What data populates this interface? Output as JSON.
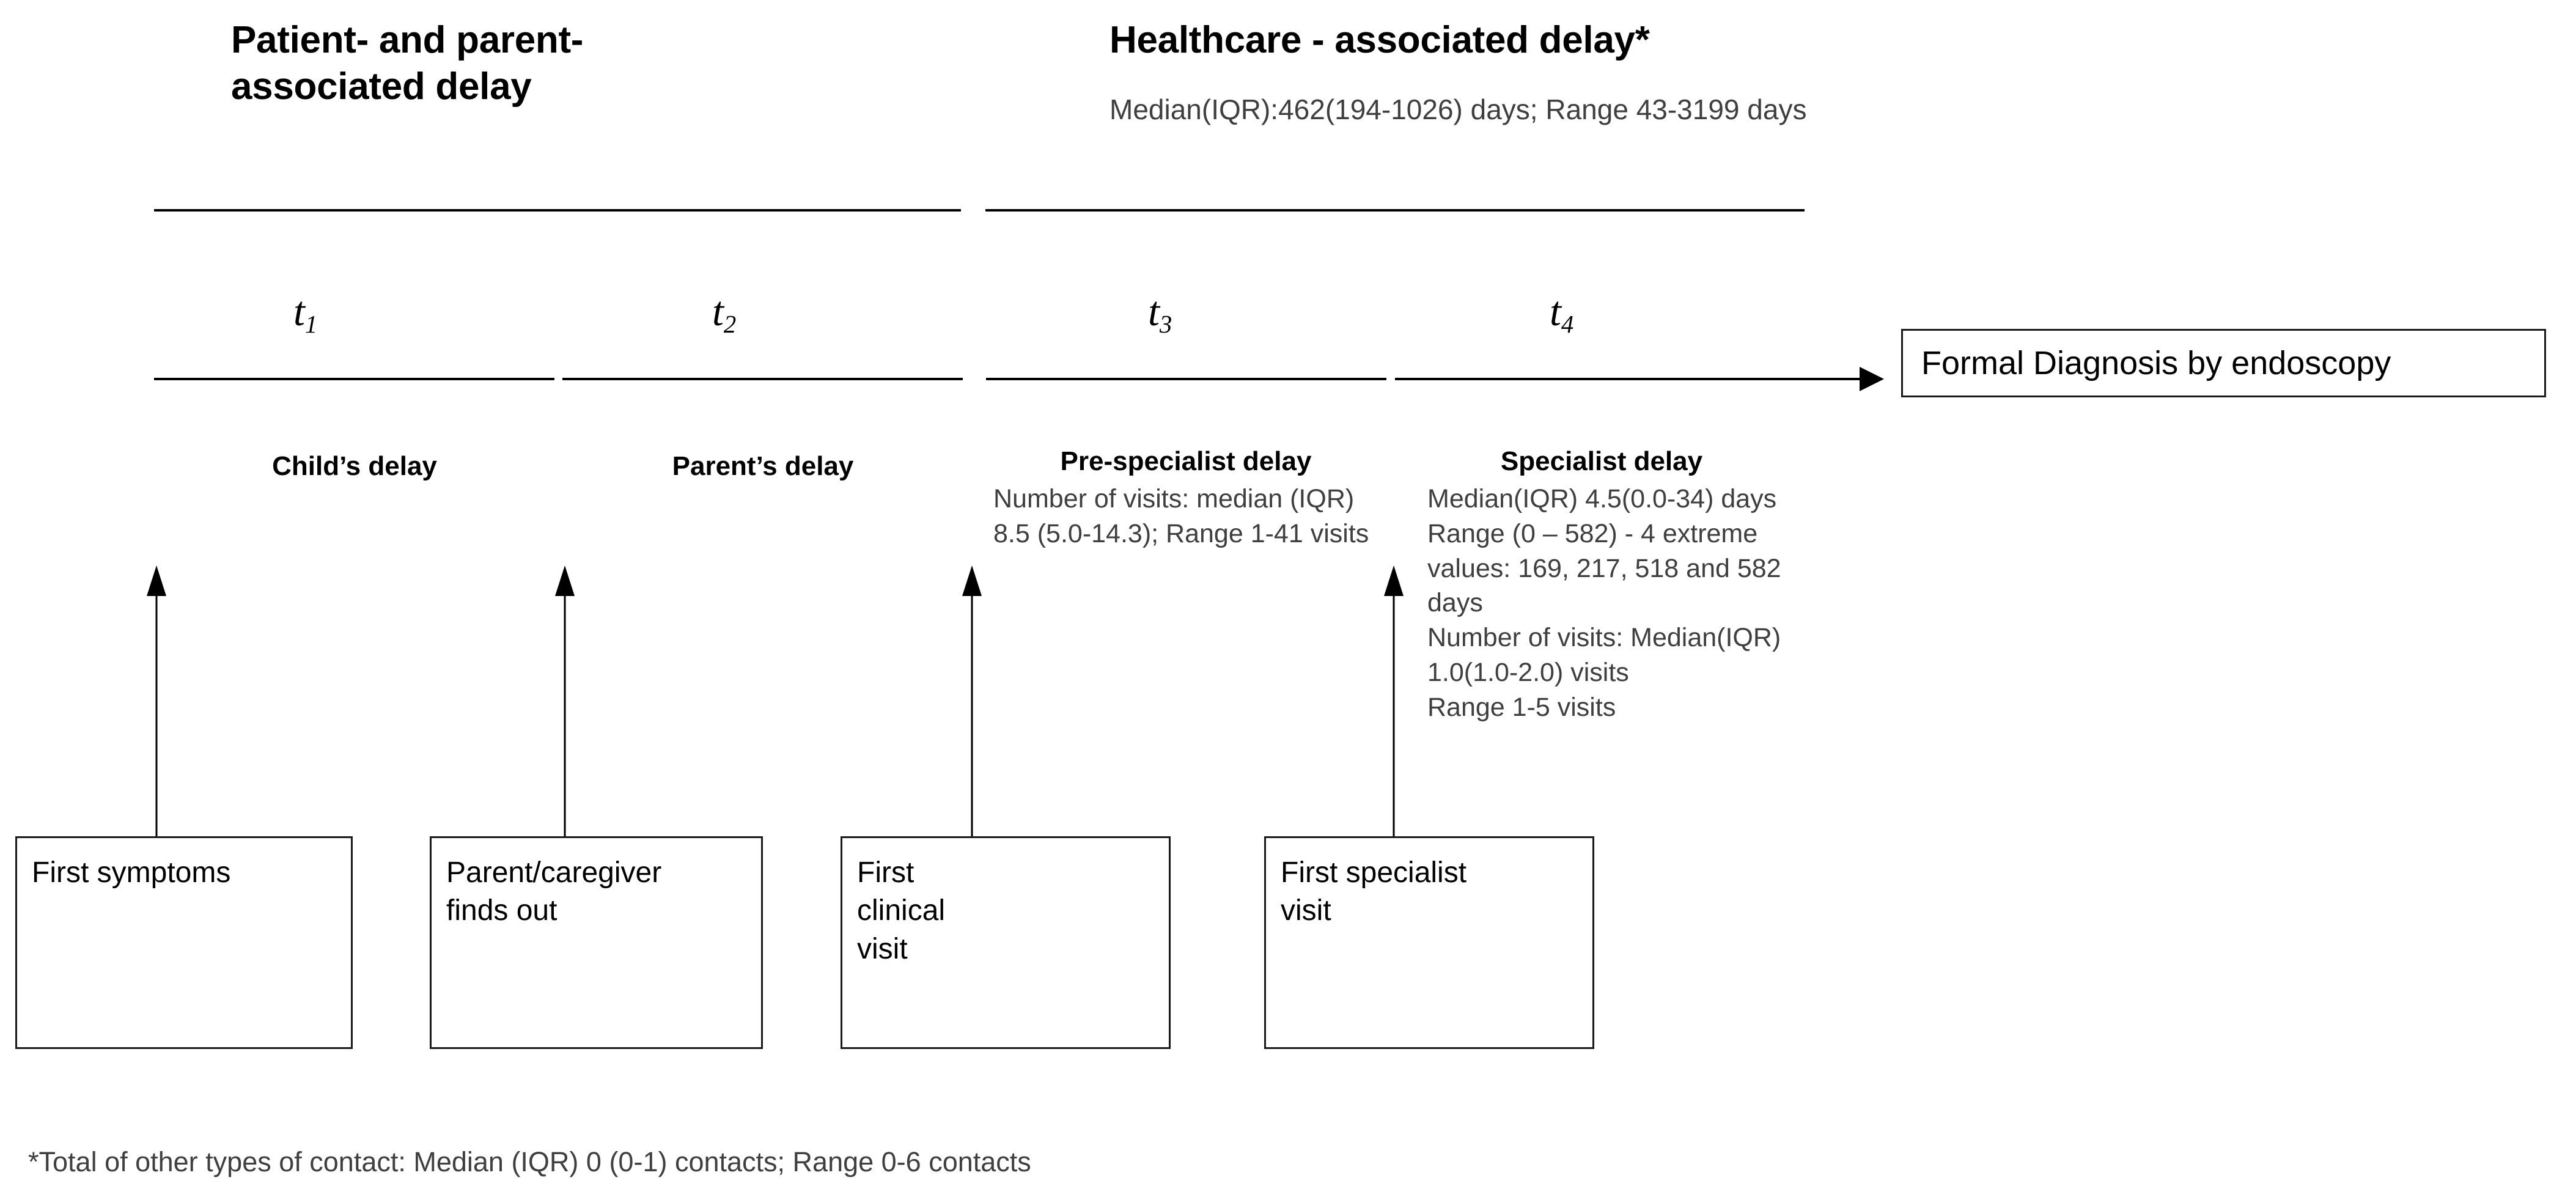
{
  "figure": {
    "title_phase_patient": "Patient- and parent-\nassociated delay",
    "title_phase_healthcare": "Healthcare - associated delay*",
    "healthcare_stats": "Median(IQR):462(194-1026) days; Range 43-3199 days"
  },
  "intervals": [
    {
      "id": "t1",
      "symbol": "t",
      "subscript": "1"
    },
    {
      "id": "t2",
      "symbol": "t",
      "subscript": "2"
    },
    {
      "id": "t3",
      "symbol": "t",
      "subscript": "3"
    },
    {
      "id": "t4",
      "symbol": "t",
      "subscript": "4"
    }
  ],
  "stages": [
    {
      "id": "childs-delay",
      "heading": "Child’s delay",
      "body": ""
    },
    {
      "id": "parents-delay",
      "heading": "Parent’s delay",
      "body": ""
    },
    {
      "id": "pre-specialist-delay",
      "heading": "Pre-specialist delay",
      "body": "Number of visits: median (IQR) 8.5 (5.0-14.3); Range 1-41 visits"
    },
    {
      "id": "specialist-delay",
      "heading": "Specialist delay",
      "body": "Median(IQR) 4.5(0.0-34) days\nRange (0 – 582) - 4 extreme values: 169, 217, 518 and 582 days\nNumber of visits: Median(IQR) 1.0(1.0-2.0) visits\nRange 1-5 visits"
    }
  ],
  "events": [
    {
      "id": "first-symptoms",
      "label": "First symptoms"
    },
    {
      "id": "parent-caregiver-finds-out",
      "label": "Parent/caregiver\nfinds out"
    },
    {
      "id": "first-clinical-visit",
      "label": "First\nclinical\nvisit"
    },
    {
      "id": "first-specialist-visit",
      "label": "First specialist\nvisit"
    }
  ],
  "endpoint": {
    "id": "formal-diagnosis",
    "label": "Formal Diagnosis by endoscopy"
  },
  "footnote": "*Total of other types of contact: Median (IQR) 0 (0-1) contacts; Range 0-6 contacts",
  "colors": {
    "line": "#000000",
    "box_border": "#1a1a1a",
    "body_text": "#3f3f3f",
    "heading_text": "#000000",
    "background": "#ffffff"
  }
}
